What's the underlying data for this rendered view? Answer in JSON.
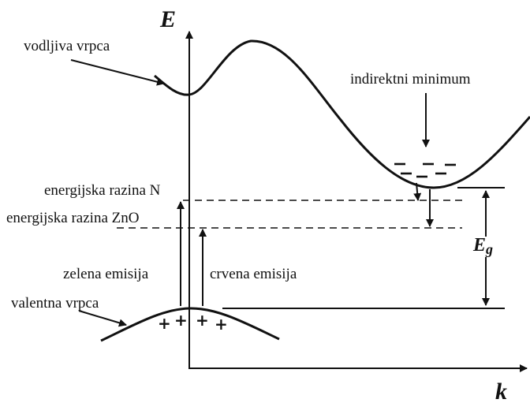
{
  "axes": {
    "y_label": "E",
    "x_label": "k"
  },
  "labels": {
    "conduction_band": "vodljiva vrpca",
    "indirect_minimum": "indirektni minimum",
    "level_n": "energijska razina N",
    "level_zno": "energijska razina ZnO",
    "green_emission": "zelena emisija",
    "red_emission": "crvena emisija",
    "valence_band": "valentna vrpca",
    "band_gap_main": "E",
    "band_gap_sub": "g"
  },
  "carriers": {
    "electron_symbol": "−",
    "hole_symbol": "+",
    "electron_count": 6,
    "hole_count": 4
  }
}
